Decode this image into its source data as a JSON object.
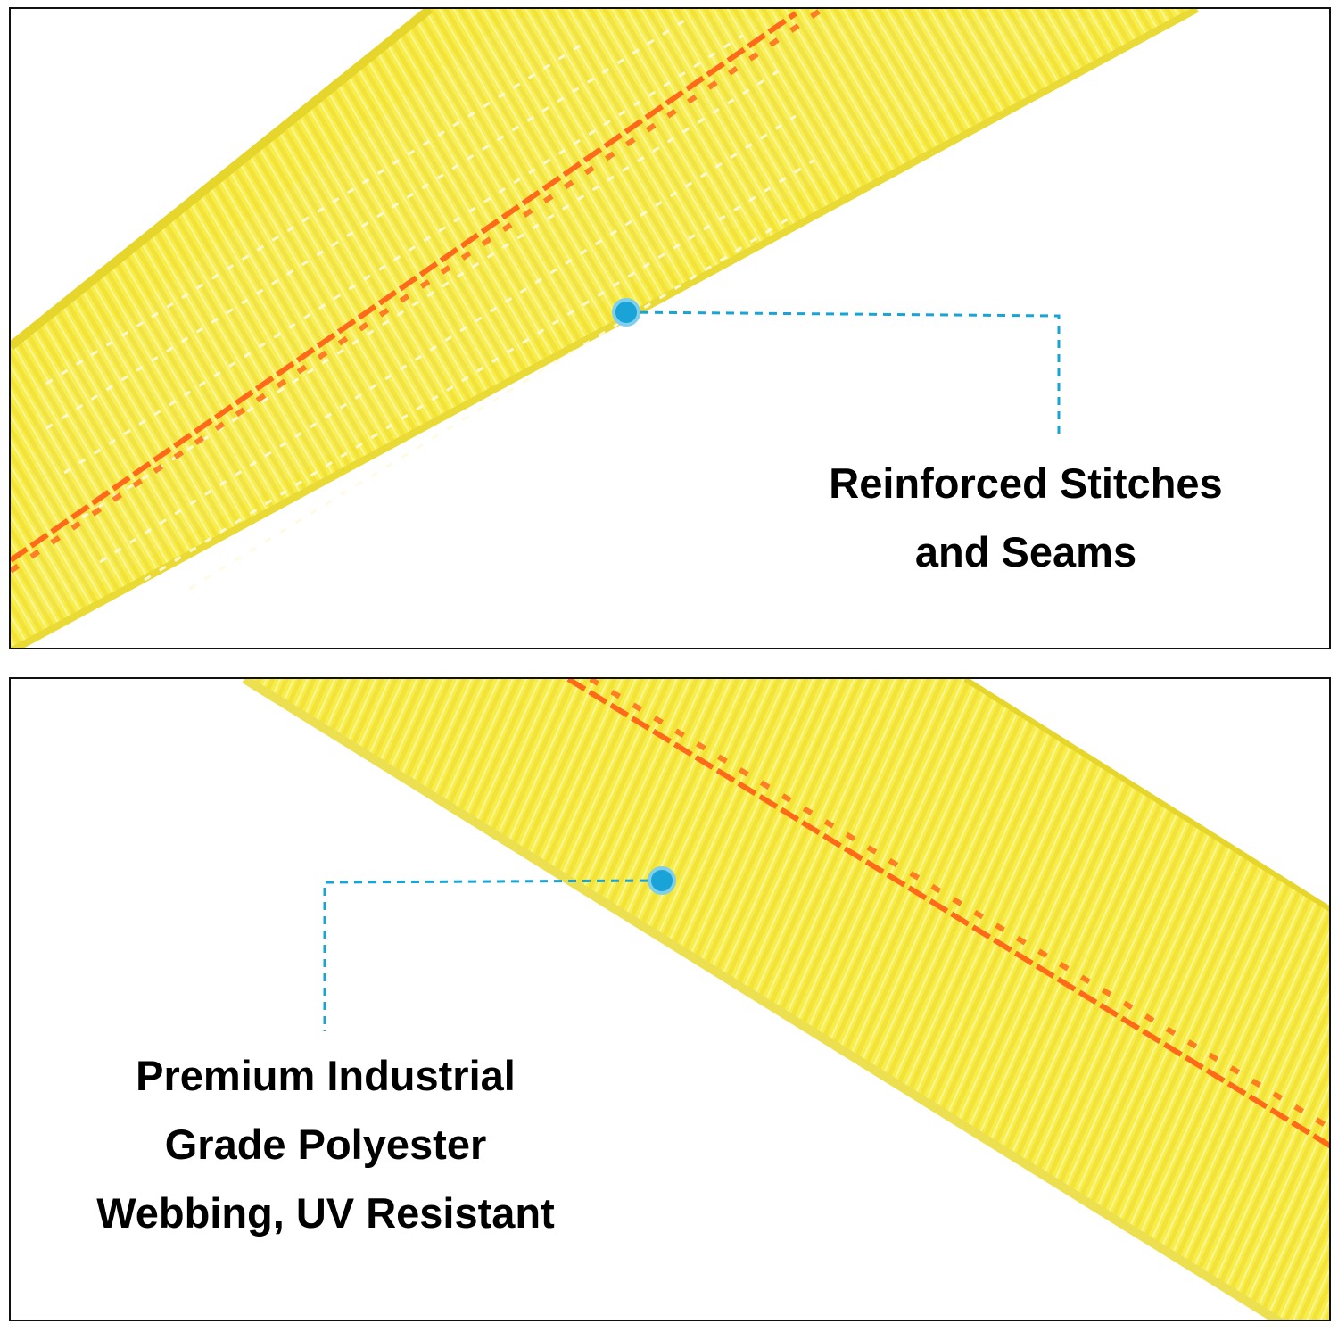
{
  "colors": {
    "webbing": "#f7ee4a",
    "webbing_light": "#fbf69a",
    "webbing_shadow": "#e6d52a",
    "center_stripe": "#ff6a1a",
    "stitching": "#fff9d8",
    "callout": "#1aa3d6",
    "frame": "#111111",
    "text": "#000000"
  },
  "panels": [
    {
      "name": "stitching-closeup",
      "caption_lines": [
        "Reinforced Stitches",
        "and Seams"
      ]
    },
    {
      "name": "webbing-closeup",
      "caption_lines": [
        "Premium Industrial",
        "Grade Polyester",
        "Webbing, UV Resistant"
      ]
    }
  ]
}
